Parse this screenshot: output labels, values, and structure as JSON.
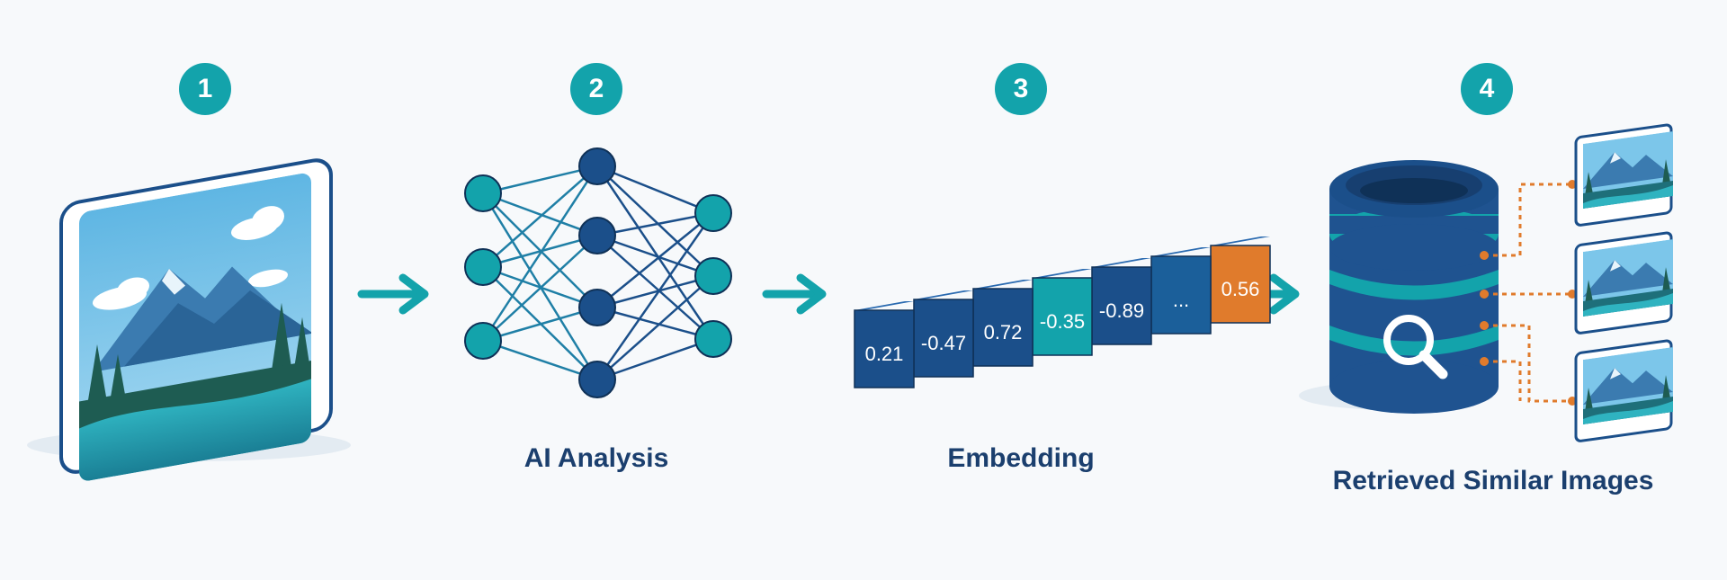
{
  "colors": {
    "teal": "#13a3ab",
    "navy": "#1b4f8a",
    "dark_navy": "#1b3f6e",
    "orange": "#e07b2c",
    "dotted_connector": "#e07b2c",
    "badge": "#13a3ab"
  },
  "steps": [
    {
      "number": "1",
      "label": ""
    },
    {
      "number": "2",
      "label": "AI Analysis"
    },
    {
      "number": "3",
      "label": "Embedding"
    },
    {
      "number": "4",
      "label": "Retrieved Similar Images"
    }
  ],
  "embedding": {
    "values": [
      "0.21",
      "-0.47",
      "0.72",
      "-0.35",
      "-0.89",
      "...",
      "0.56"
    ]
  },
  "icons": {
    "input": "landscape-image-icon",
    "model": "neural-network-icon",
    "store": "database-search-icon",
    "search": "magnifier-icon",
    "arrow": "arrow-right-icon",
    "result": "landscape-thumbnail-icon"
  }
}
